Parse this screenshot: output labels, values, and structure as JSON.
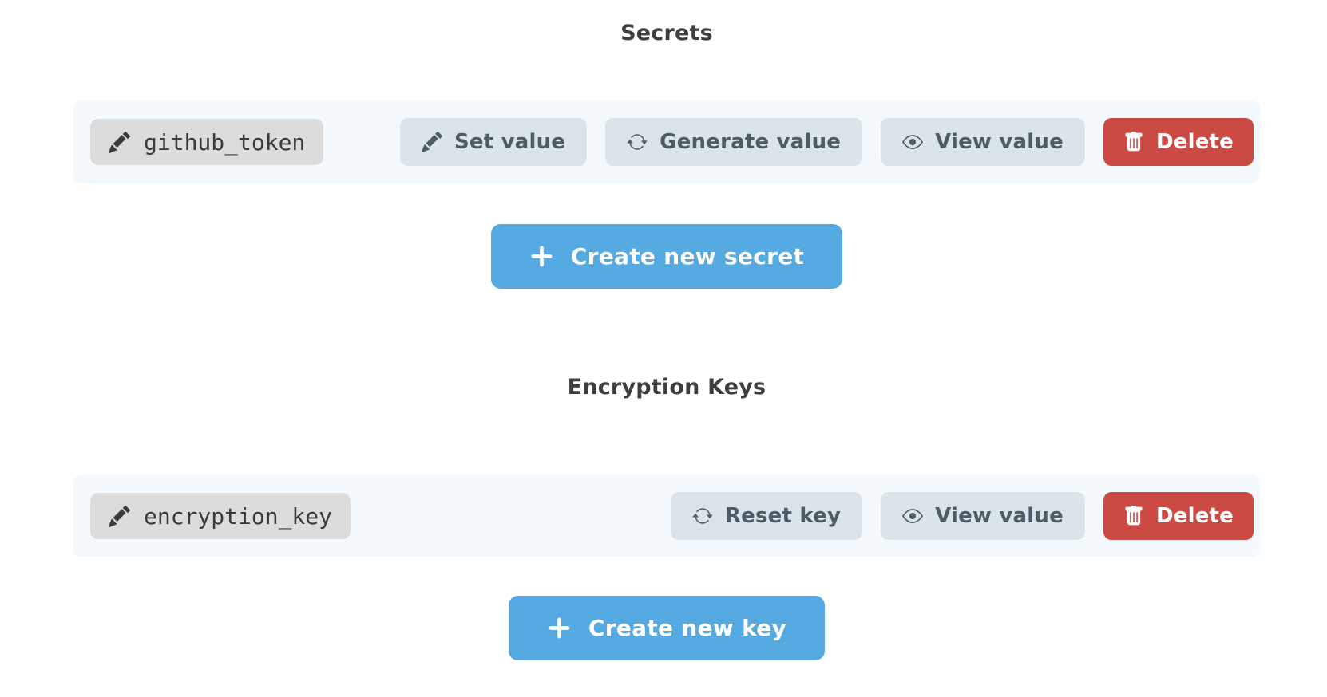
{
  "colors": {
    "accent_blue": "#54aae1",
    "danger_red": "#cb4a44",
    "row_background": "#f3f9fc",
    "action_button_background": "#dae4e9",
    "action_button_text": "#4e5c66",
    "chip_background": "#dcdcdc",
    "chip_text": "#3b3b3b",
    "heading_text": "#3e3e3e"
  },
  "sections": [
    {
      "title": "Secrets",
      "rows": [
        {
          "name_chip": {
            "label": "github_token",
            "icon": "pencil-icon"
          },
          "actions": [
            {
              "label": "Set value",
              "icon": "pencil-icon",
              "style": "light"
            },
            {
              "label": "Generate value",
              "icon": "refresh-icon",
              "style": "light"
            },
            {
              "label": "View value",
              "icon": "eye-icon",
              "style": "light"
            },
            {
              "label": "Delete",
              "icon": "trash-icon",
              "style": "danger"
            }
          ]
        }
      ],
      "create_button": {
        "label": "Create new secret",
        "icon": "plus-icon"
      }
    },
    {
      "title": "Encryption Keys",
      "rows": [
        {
          "name_chip": {
            "label": "encryption_key",
            "icon": "pencil-icon"
          },
          "actions": [
            {
              "label": "Reset key",
              "icon": "refresh-icon",
              "style": "light"
            },
            {
              "label": "View value",
              "icon": "eye-icon",
              "style": "light"
            },
            {
              "label": "Delete",
              "icon": "trash-icon",
              "style": "danger"
            }
          ]
        }
      ],
      "create_button": {
        "label": "Create new key",
        "icon": "plus-icon"
      }
    }
  ]
}
